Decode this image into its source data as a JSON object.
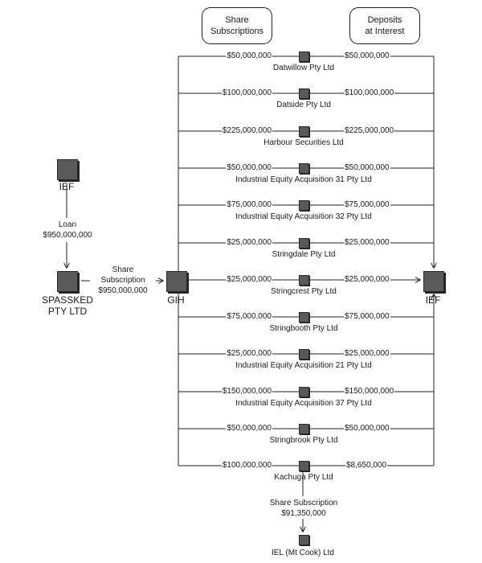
{
  "headers": {
    "share_subscriptions": "Share\nSubscriptions",
    "deposits_at_interest": "Deposits\nat Interest"
  },
  "nodes": {
    "ief_top": "IEF",
    "spassked": "SPASSKED\nPTY LTD",
    "gih": "GIH",
    "ief_right": "IEF",
    "iel_mt_cook": "IEL (Mt Cook) Ltd"
  },
  "flows": {
    "loan": "Loan\n$950,000,000",
    "share_subscription_gih": "Share\nSubscription\n$950,000,000",
    "share_subscription_kachuga": "Share Subscription\n$91,350,000"
  },
  "subsidiaries": [
    {
      "name": "Datwillow Pty Ltd",
      "share": "$50,000,000",
      "deposit": "$50,000,000"
    },
    {
      "name": "Datside Pty Ltd",
      "share": "$100,000,000",
      "deposit": "$100,000,000"
    },
    {
      "name": "Harbour Securities Ltd",
      "share": "$225,000,000",
      "deposit": "$225,000,000"
    },
    {
      "name": "Industrial Equity Acquisition 31 Pty Ltd",
      "share": "$50,000,000",
      "deposit": "$50,000,000"
    },
    {
      "name": "Industrial Equity Acquisition 32 Pty Ltd",
      "share": "$75,000,000",
      "deposit": "$75,000,000"
    },
    {
      "name": "Stringdale Pty Ltd",
      "share": "$25,000,000",
      "deposit": "$25,000,000"
    },
    {
      "name": "Stringcrest Pty Ltd",
      "share": "$25,000,000",
      "deposit": "$25,000,000"
    },
    {
      "name": "Stringbooth Pty Ltd",
      "share": "$75,000,000",
      "deposit": "$75,000,000"
    },
    {
      "name": "Industrial Equity Acquisition 21 Pty Ltd",
      "share": "$25,000,000",
      "deposit": "$25,000,000"
    },
    {
      "name": "Industrial Equity Acquisition 37 Pty Ltd",
      "share": "$150,000,000",
      "deposit": "$150,000,000"
    },
    {
      "name": "Stringbrook Pty Ltd",
      "share": "$50,000,000",
      "deposit": "$50,000,000"
    },
    {
      "name": "Kachuga Pty Ltd",
      "share": "$100,000,000",
      "deposit": "$8,650,000"
    }
  ]
}
